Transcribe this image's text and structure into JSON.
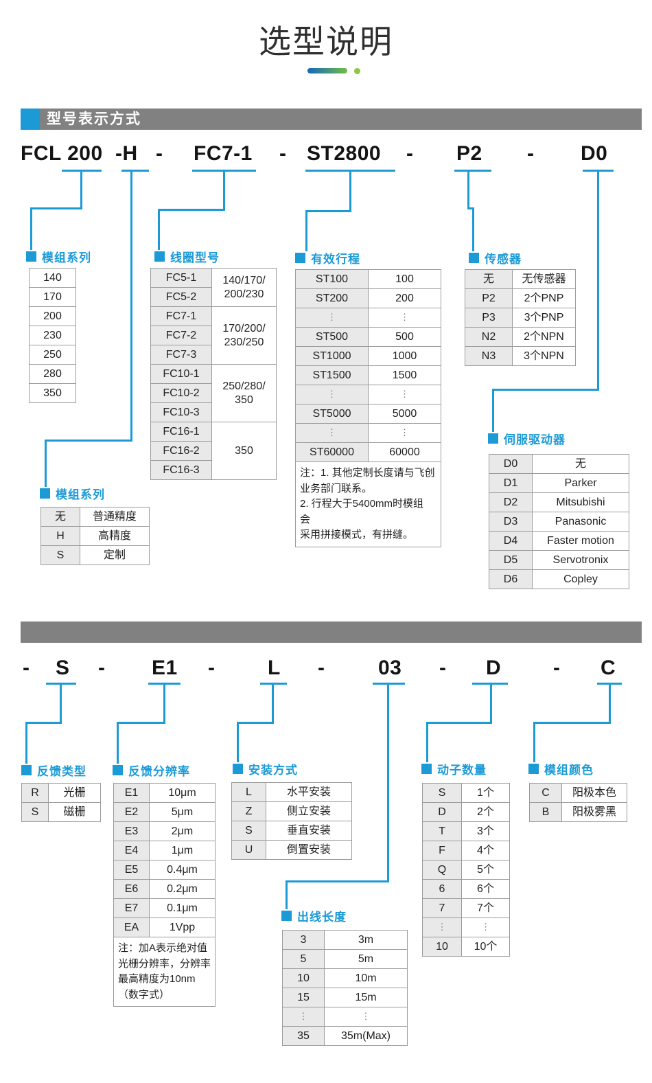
{
  "title": "选型说明",
  "section1": {
    "header": "型号表示方式"
  },
  "colors": {
    "accent": "#1b9ad6",
    "bar_gray": "#818181",
    "gradient_start": "#1565c0",
    "gradient_end": "#6fbf44",
    "dot_green": "#8dc63f",
    "key_cell_bg": "#e9e9e9"
  },
  "model1": {
    "parts": [
      "FCL 200",
      "-H",
      "-",
      "FC7-1",
      "-",
      "ST2800",
      "-",
      "P2",
      "-",
      "D0"
    ]
  },
  "model2": {
    "parts": [
      "-",
      "S",
      "-",
      "E1",
      "-",
      "L",
      "-",
      "03",
      "-",
      "D",
      "-",
      "C"
    ]
  },
  "labels": {
    "module_series": "模组系列",
    "coil_model": "线圈型号",
    "effective_stroke": "有效行程",
    "sensor": "传感器",
    "servo_driver": "伺服驱动器",
    "module_series2": "模组系列",
    "feedback_type": "反馈类型",
    "feedback_resolution": "反馈分辨率",
    "mounting": "安装方式",
    "cable_length": "出线长度",
    "mover_count": "动子数量",
    "module_color": "模组颜色"
  },
  "tables": {
    "series_sizes": {
      "rows": [
        [
          {
            "t": "140"
          }
        ],
        [
          {
            "t": "170"
          }
        ],
        [
          {
            "t": "200"
          }
        ],
        [
          {
            "t": "230"
          }
        ],
        [
          {
            "t": "250"
          }
        ],
        [
          {
            "t": "280"
          }
        ],
        [
          {
            "t": "350"
          }
        ]
      ]
    },
    "coil": {
      "rows": [
        [
          {
            "t": "FC5-1",
            "k": 1
          },
          {
            "t": "140/170/\n200/230",
            "span": 2
          }
        ],
        [
          {
            "t": "FC5-2",
            "k": 1
          }
        ],
        [
          {
            "t": "FC7-1",
            "k": 1
          },
          {
            "t": "170/200/\n230/250",
            "span": 3
          }
        ],
        [
          {
            "t": "FC7-2",
            "k": 1
          }
        ],
        [
          {
            "t": "FC7-3",
            "k": 1
          }
        ],
        [
          {
            "t": "FC10-1",
            "k": 1
          },
          {
            "t": "250/280/\n350",
            "span": 3
          }
        ],
        [
          {
            "t": "FC10-2",
            "k": 1
          }
        ],
        [
          {
            "t": "FC10-3",
            "k": 1
          }
        ],
        [
          {
            "t": "FC16-1",
            "k": 1
          },
          {
            "t": "350",
            "span": 3
          }
        ],
        [
          {
            "t": "FC16-2",
            "k": 1
          }
        ],
        [
          {
            "t": "FC16-3",
            "k": 1
          }
        ]
      ]
    },
    "stroke": {
      "rows": [
        [
          {
            "t": "ST100",
            "k": 1
          },
          {
            "t": "100"
          }
        ],
        [
          {
            "t": "ST200",
            "k": 1
          },
          {
            "t": "200"
          }
        ],
        [
          {
            "t": "⋮",
            "k": 1,
            "dots": 1
          },
          {
            "t": "⋮",
            "dots": 1
          }
        ],
        [
          {
            "t": "ST500",
            "k": 1
          },
          {
            "t": "500"
          }
        ],
        [
          {
            "t": "ST1000",
            "k": 1
          },
          {
            "t": "1000"
          }
        ],
        [
          {
            "t": "ST1500",
            "k": 1
          },
          {
            "t": "1500"
          }
        ],
        [
          {
            "t": "⋮",
            "k": 1,
            "dots": 1
          },
          {
            "t": "⋮",
            "dots": 1
          }
        ],
        [
          {
            "t": "ST5000",
            "k": 1
          },
          {
            "t": "5000"
          }
        ],
        [
          {
            "t": "⋮",
            "k": 1,
            "dots": 1
          },
          {
            "t": "⋮",
            "dots": 1
          }
        ],
        [
          {
            "t": "ST60000",
            "k": 1
          },
          {
            "t": "60000"
          }
        ],
        [
          {
            "t": "注：1. 其他定制长度请与飞创\n业务部门联系。\n2. 行程大于5400mm时模组 会\n采用拼接模式，有拼缝。",
            "cols": 2,
            "note": 1
          }
        ]
      ]
    },
    "sensor": {
      "rows": [
        [
          {
            "t": "无",
            "k": 1
          },
          {
            "t": "无传感器"
          }
        ],
        [
          {
            "t": "P2",
            "k": 1
          },
          {
            "t": "2个PNP"
          }
        ],
        [
          {
            "t": "P3",
            "k": 1
          },
          {
            "t": "3个PNP"
          }
        ],
        [
          {
            "t": "N2",
            "k": 1
          },
          {
            "t": "2个NPN"
          }
        ],
        [
          {
            "t": "N3",
            "k": 1
          },
          {
            "t": "3个NPN"
          }
        ]
      ]
    },
    "driver": {
      "rows": [
        [
          {
            "t": "D0",
            "k": 1
          },
          {
            "t": "无"
          }
        ],
        [
          {
            "t": "D1",
            "k": 1
          },
          {
            "t": "Parker"
          }
        ],
        [
          {
            "t": "D2",
            "k": 1
          },
          {
            "t": "Mitsubishi"
          }
        ],
        [
          {
            "t": "D3",
            "k": 1
          },
          {
            "t": "Panasonic"
          }
        ],
        [
          {
            "t": "D4",
            "k": 1
          },
          {
            "t": "Faster motion"
          }
        ],
        [
          {
            "t": "D5",
            "k": 1
          },
          {
            "t": "Servotronix"
          }
        ],
        [
          {
            "t": "D6",
            "k": 1
          },
          {
            "t": "Copley"
          }
        ]
      ]
    },
    "precision": {
      "rows": [
        [
          {
            "t": "无",
            "k": 1
          },
          {
            "t": "普通精度"
          }
        ],
        [
          {
            "t": "H",
            "k": 1
          },
          {
            "t": "高精度"
          }
        ],
        [
          {
            "t": "S",
            "k": 1
          },
          {
            "t": "定制"
          }
        ]
      ]
    },
    "feedback_type": {
      "rows": [
        [
          {
            "t": "R",
            "k": 1
          },
          {
            "t": "光栅"
          }
        ],
        [
          {
            "t": "S",
            "k": 1
          },
          {
            "t": "磁栅"
          }
        ]
      ]
    },
    "resolution": {
      "rows": [
        [
          {
            "t": "E1",
            "k": 1
          },
          {
            "t": "10μm"
          }
        ],
        [
          {
            "t": "E2",
            "k": 1
          },
          {
            "t": "5μm"
          }
        ],
        [
          {
            "t": "E3",
            "k": 1
          },
          {
            "t": "2μm"
          }
        ],
        [
          {
            "t": "E4",
            "k": 1
          },
          {
            "t": "1μm"
          }
        ],
        [
          {
            "t": "E5",
            "k": 1
          },
          {
            "t": "0.4μm"
          }
        ],
        [
          {
            "t": "E6",
            "k": 1
          },
          {
            "t": "0.2μm"
          }
        ],
        [
          {
            "t": "E7",
            "k": 1
          },
          {
            "t": "0.1μm"
          }
        ],
        [
          {
            "t": "EA",
            "k": 1
          },
          {
            "t": "1Vpp"
          }
        ],
        [
          {
            "t": "注：加A表示绝对值\n光栅分辨率，分辨率\n最高精度为10nm\n（数字式）",
            "cols": 2,
            "note": 1
          }
        ]
      ]
    },
    "mounting": {
      "rows": [
        [
          {
            "t": "L",
            "k": 1
          },
          {
            "t": "水平安装"
          }
        ],
        [
          {
            "t": "Z",
            "k": 1
          },
          {
            "t": "侧立安装"
          }
        ],
        [
          {
            "t": "S",
            "k": 1
          },
          {
            "t": "垂直安装"
          }
        ],
        [
          {
            "t": "U",
            "k": 1
          },
          {
            "t": "倒置安装"
          }
        ]
      ]
    },
    "cable": {
      "rows": [
        [
          {
            "t": "3",
            "k": 1
          },
          {
            "t": "3m"
          }
        ],
        [
          {
            "t": "5",
            "k": 1
          },
          {
            "t": "5m"
          }
        ],
        [
          {
            "t": "10",
            "k": 1
          },
          {
            "t": "10m"
          }
        ],
        [
          {
            "t": "15",
            "k": 1
          },
          {
            "t": "15m"
          }
        ],
        [
          {
            "t": "⋮",
            "k": 1,
            "dots": 1
          },
          {
            "t": "⋮",
            "dots": 1
          }
        ],
        [
          {
            "t": "35",
            "k": 1
          },
          {
            "t": "35m(Max)"
          }
        ]
      ]
    },
    "movers": {
      "rows": [
        [
          {
            "t": "S",
            "k": 1
          },
          {
            "t": "1个"
          }
        ],
        [
          {
            "t": "D",
            "k": 1
          },
          {
            "t": "2个"
          }
        ],
        [
          {
            "t": "T",
            "k": 1
          },
          {
            "t": "3个"
          }
        ],
        [
          {
            "t": "F",
            "k": 1
          },
          {
            "t": "4个"
          }
        ],
        [
          {
            "t": "Q",
            "k": 1
          },
          {
            "t": "5个"
          }
        ],
        [
          {
            "t": "6",
            "k": 1
          },
          {
            "t": "6个"
          }
        ],
        [
          {
            "t": "7",
            "k": 1
          },
          {
            "t": "7个"
          }
        ],
        [
          {
            "t": "⋮",
            "k": 1,
            "dots": 1
          },
          {
            "t": "⋮",
            "dots": 1
          }
        ],
        [
          {
            "t": "10",
            "k": 1
          },
          {
            "t": "10个"
          }
        ]
      ]
    },
    "color": {
      "rows": [
        [
          {
            "t": "C",
            "k": 1
          },
          {
            "t": "阳极本色"
          }
        ],
        [
          {
            "t": "B",
            "k": 1
          },
          {
            "t": "阳极雾黑"
          }
        ]
      ]
    }
  }
}
